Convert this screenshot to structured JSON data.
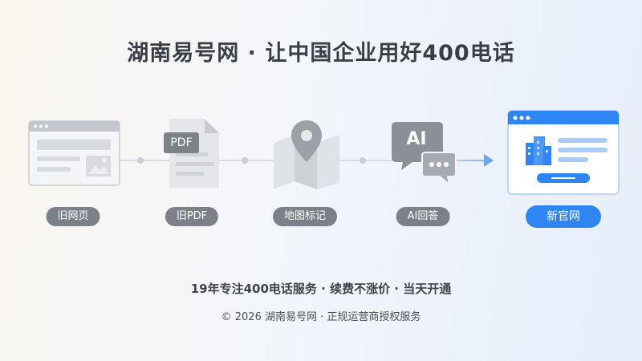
{
  "title": "湖南易号网 · 让中国企业用好400电话",
  "steps": [
    {
      "label": "旧网页",
      "icon": "old-webpage-icon"
    },
    {
      "label": "旧PDF",
      "icon": "pdf-document-icon",
      "badge": "PDF"
    },
    {
      "label": "地图标记",
      "icon": "map-marker-icon"
    },
    {
      "label": "AI回答",
      "icon": "ai-chat-icon",
      "badge": "AI"
    },
    {
      "label": "新官网",
      "icon": "new-website-icon"
    }
  ],
  "tagline": "19年专注400电话服务 · 续费不涨价 · 当天开通",
  "footer": "© 2026 湖南易号网 · 正规运营商授权服务",
  "colors": {
    "accent": "#2f86f2",
    "pill_gray": "#7c8189",
    "icon_gray": "#c7cbd1",
    "text_dark": "#3a3f47"
  }
}
